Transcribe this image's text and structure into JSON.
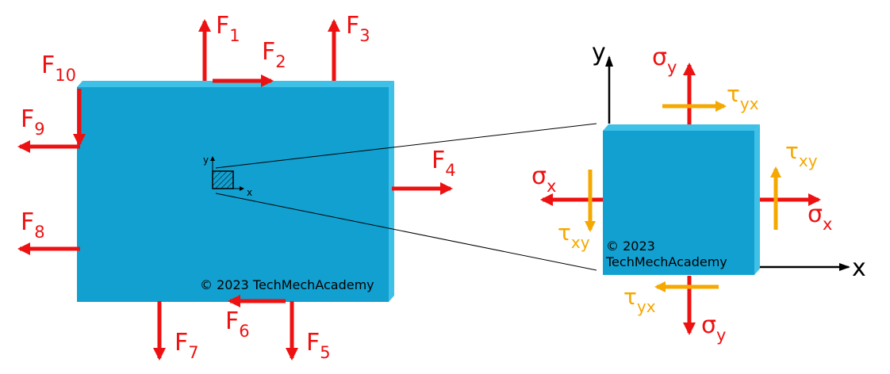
{
  "colors": {
    "body_face": "#12a0d0",
    "body_edge": "#3fc0e6",
    "force_red": "#ee1111",
    "shear_orange": "#f5a800",
    "axis": "#000000"
  },
  "forces": {
    "f1": {
      "letter": "F",
      "sub": "1"
    },
    "f2": {
      "letter": "F",
      "sub": "2"
    },
    "f3": {
      "letter": "F",
      "sub": "3"
    },
    "f4": {
      "letter": "F",
      "sub": "4"
    },
    "f5": {
      "letter": "F",
      "sub": "5"
    },
    "f6": {
      "letter": "F",
      "sub": "6"
    },
    "f7": {
      "letter": "F",
      "sub": "7"
    },
    "f8": {
      "letter": "F",
      "sub": "8"
    },
    "f9": {
      "letter": "F",
      "sub": "9"
    },
    "f10": {
      "letter": "F",
      "sub": "10"
    }
  },
  "small_axes": {
    "y": "y",
    "x": "x"
  },
  "element_axes": {
    "y": "y",
    "x": "x"
  },
  "stresses": {
    "sigma_y_top": {
      "letter": "σ",
      "sub": "y"
    },
    "sigma_y_bottom": {
      "letter": "σ",
      "sub": "y"
    },
    "sigma_x_left": {
      "letter": "σ",
      "sub": "x"
    },
    "sigma_x_right": {
      "letter": "σ",
      "sub": "x"
    },
    "tau_yx_top": {
      "letter": "τ",
      "sub": "yx"
    },
    "tau_yx_bottom": {
      "letter": "τ",
      "sub": "yx"
    },
    "tau_xy_left": {
      "letter": "τ",
      "sub": "xy"
    },
    "tau_xy_right": {
      "letter": "τ",
      "sub": "xy"
    }
  },
  "copyright_body": "© 2023 TechMechAcademy",
  "copyright_element_line1": "© 2023",
  "copyright_element_line2": "TechMechAcademy"
}
